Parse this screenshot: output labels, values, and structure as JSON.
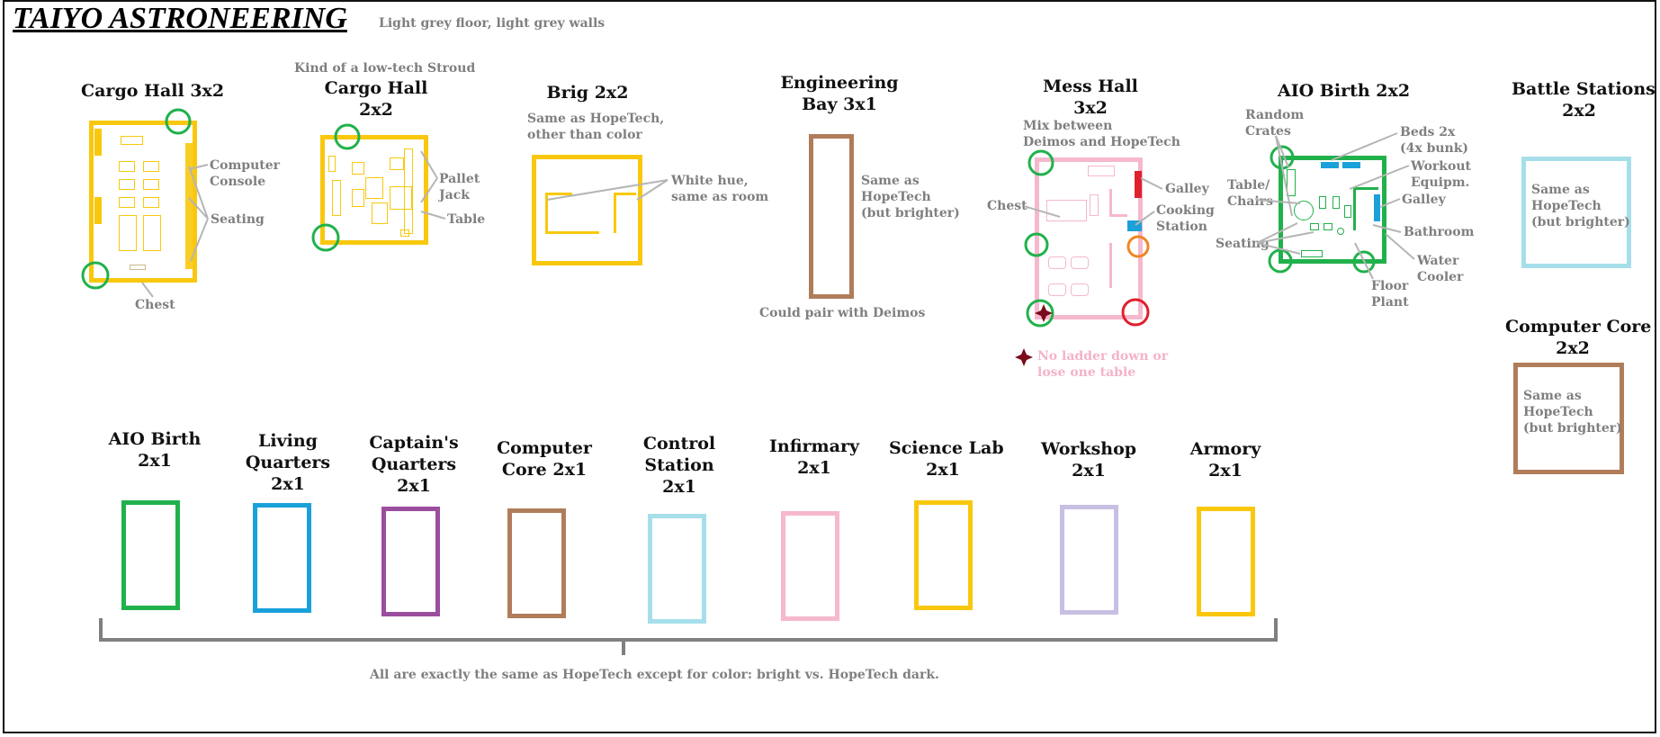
{
  "title": "TAIYO ASTRONEERING",
  "subtitle_note": "Light grey floor, light grey walls",
  "colors": {
    "yellow": "#f9c80e",
    "brown": "#b07d5a",
    "pink": "#f6b8cc",
    "green": "#21b14c",
    "light_blue": "#a6dfea",
    "blue": "#1aa1da",
    "purple": "#9b4d9e",
    "lavender": "#c8bfe2",
    "red": "#e0202c",
    "orange": "#f08524",
    "dark_red": "#7a0b1c",
    "grey_annotation": "#b5b5b5"
  },
  "top_rooms": {
    "cargo_hall_3x2": {
      "heading": "Cargo Hall 3x2",
      "labels": [
        "Computer\nConsole",
        "Seating",
        "Chest"
      ]
    },
    "cargo_hall_2x2": {
      "pre_note": "Kind of a low-tech Stroud",
      "heading": "Cargo Hall\n2x2",
      "labels": [
        "Pallet\nJack",
        "Table"
      ]
    },
    "brig_2x2": {
      "heading": "Brig 2x2",
      "note": "Same as HopeTech,\nother than color",
      "label": "White hue,\nsame as room"
    },
    "engineering_bay": {
      "heading": "Engineering\nBay 3x1",
      "note": "Same as\nHopeTech\n(but brighter)",
      "bottom_note": "Could pair with Deimos"
    },
    "mess_hall": {
      "heading": "Mess Hall\n3x2",
      "note": "Mix between\nDeimos and HopeTech",
      "labels": [
        "Galley",
        "Chest",
        "Cooking\nStation"
      ],
      "warning": "No ladder down or\nlose one table"
    },
    "aio_birth_2x2": {
      "heading": "AIO Birth 2x2",
      "labels": [
        "Random\nCrates",
        "Beds 2x\n(4x bunk)",
        "Workout\nEquipm.",
        "Table/\nChairs",
        "Galley",
        "Seating",
        "Bathroom",
        "Water\nCooler",
        "Floor\nPlant"
      ]
    },
    "battle_stations": {
      "heading": "Battle Stations\n2x2",
      "note": "Same as\nHopeTech\n(but brighter)"
    },
    "computer_core_2x2": {
      "heading": "Computer Core\n2x2",
      "note": "Same as\nHopeTech\n(but brighter)"
    }
  },
  "small_rooms": [
    {
      "name": "AIO Birth\n2x1",
      "color": "green"
    },
    {
      "name": "Living\nQuarters\n2x1",
      "color": "blue"
    },
    {
      "name": "Captain's\nQuarters\n2x1",
      "color": "purple"
    },
    {
      "name": "Computer\nCore 2x1",
      "color": "brown"
    },
    {
      "name": "Control\nStation\n2x1",
      "color": "light_blue"
    },
    {
      "name": "Infirmary\n2x1",
      "color": "pink"
    },
    {
      "name": "Science Lab\n2x1",
      "color": "yellow"
    },
    {
      "name": "Workshop\n2x1",
      "color": "lavender"
    },
    {
      "name": "Armory\n2x1",
      "color": "yellow"
    }
  ],
  "bracket_note": "All are exactly the same as HopeTech except for color: bright vs. HopeTech dark."
}
